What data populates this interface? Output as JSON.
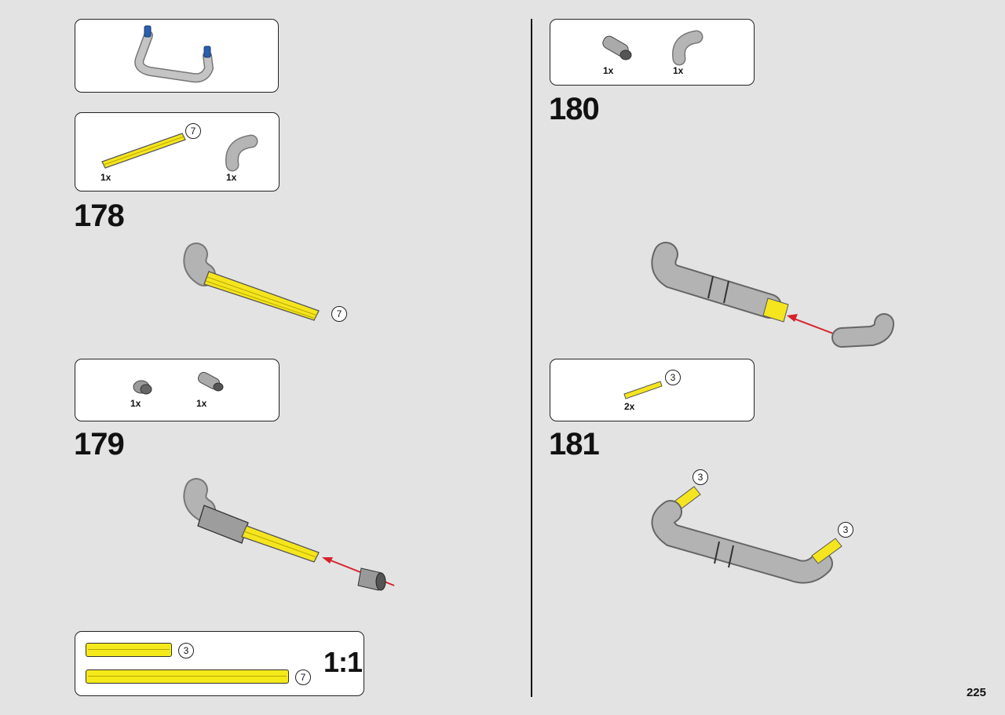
{
  "page_number": "225",
  "steps": [
    {
      "number": "178",
      "callout": "7",
      "parts": [
        {
          "qty": "1x",
          "length": "7"
        },
        {
          "qty": "1x"
        }
      ]
    },
    {
      "number": "179",
      "parts": [
        {
          "qty": "1x"
        },
        {
          "qty": "1x"
        }
      ]
    },
    {
      "number": "180",
      "parts": [
        {
          "qty": "1x"
        },
        {
          "qty": "1x"
        }
      ]
    },
    {
      "number": "181",
      "callouts": [
        "3",
        "3"
      ],
      "parts": [
        {
          "qty": "2x",
          "length": "3"
        }
      ]
    }
  ],
  "ruler": {
    "scale_label": "1:1",
    "short_length": "3",
    "long_length": "7"
  },
  "colors": {
    "axle_yellow": "#f5e51e",
    "pipe_grey": "#a8a8a8",
    "arrow_red": "#d6212b",
    "connector_blue": "#2a5fae"
  }
}
